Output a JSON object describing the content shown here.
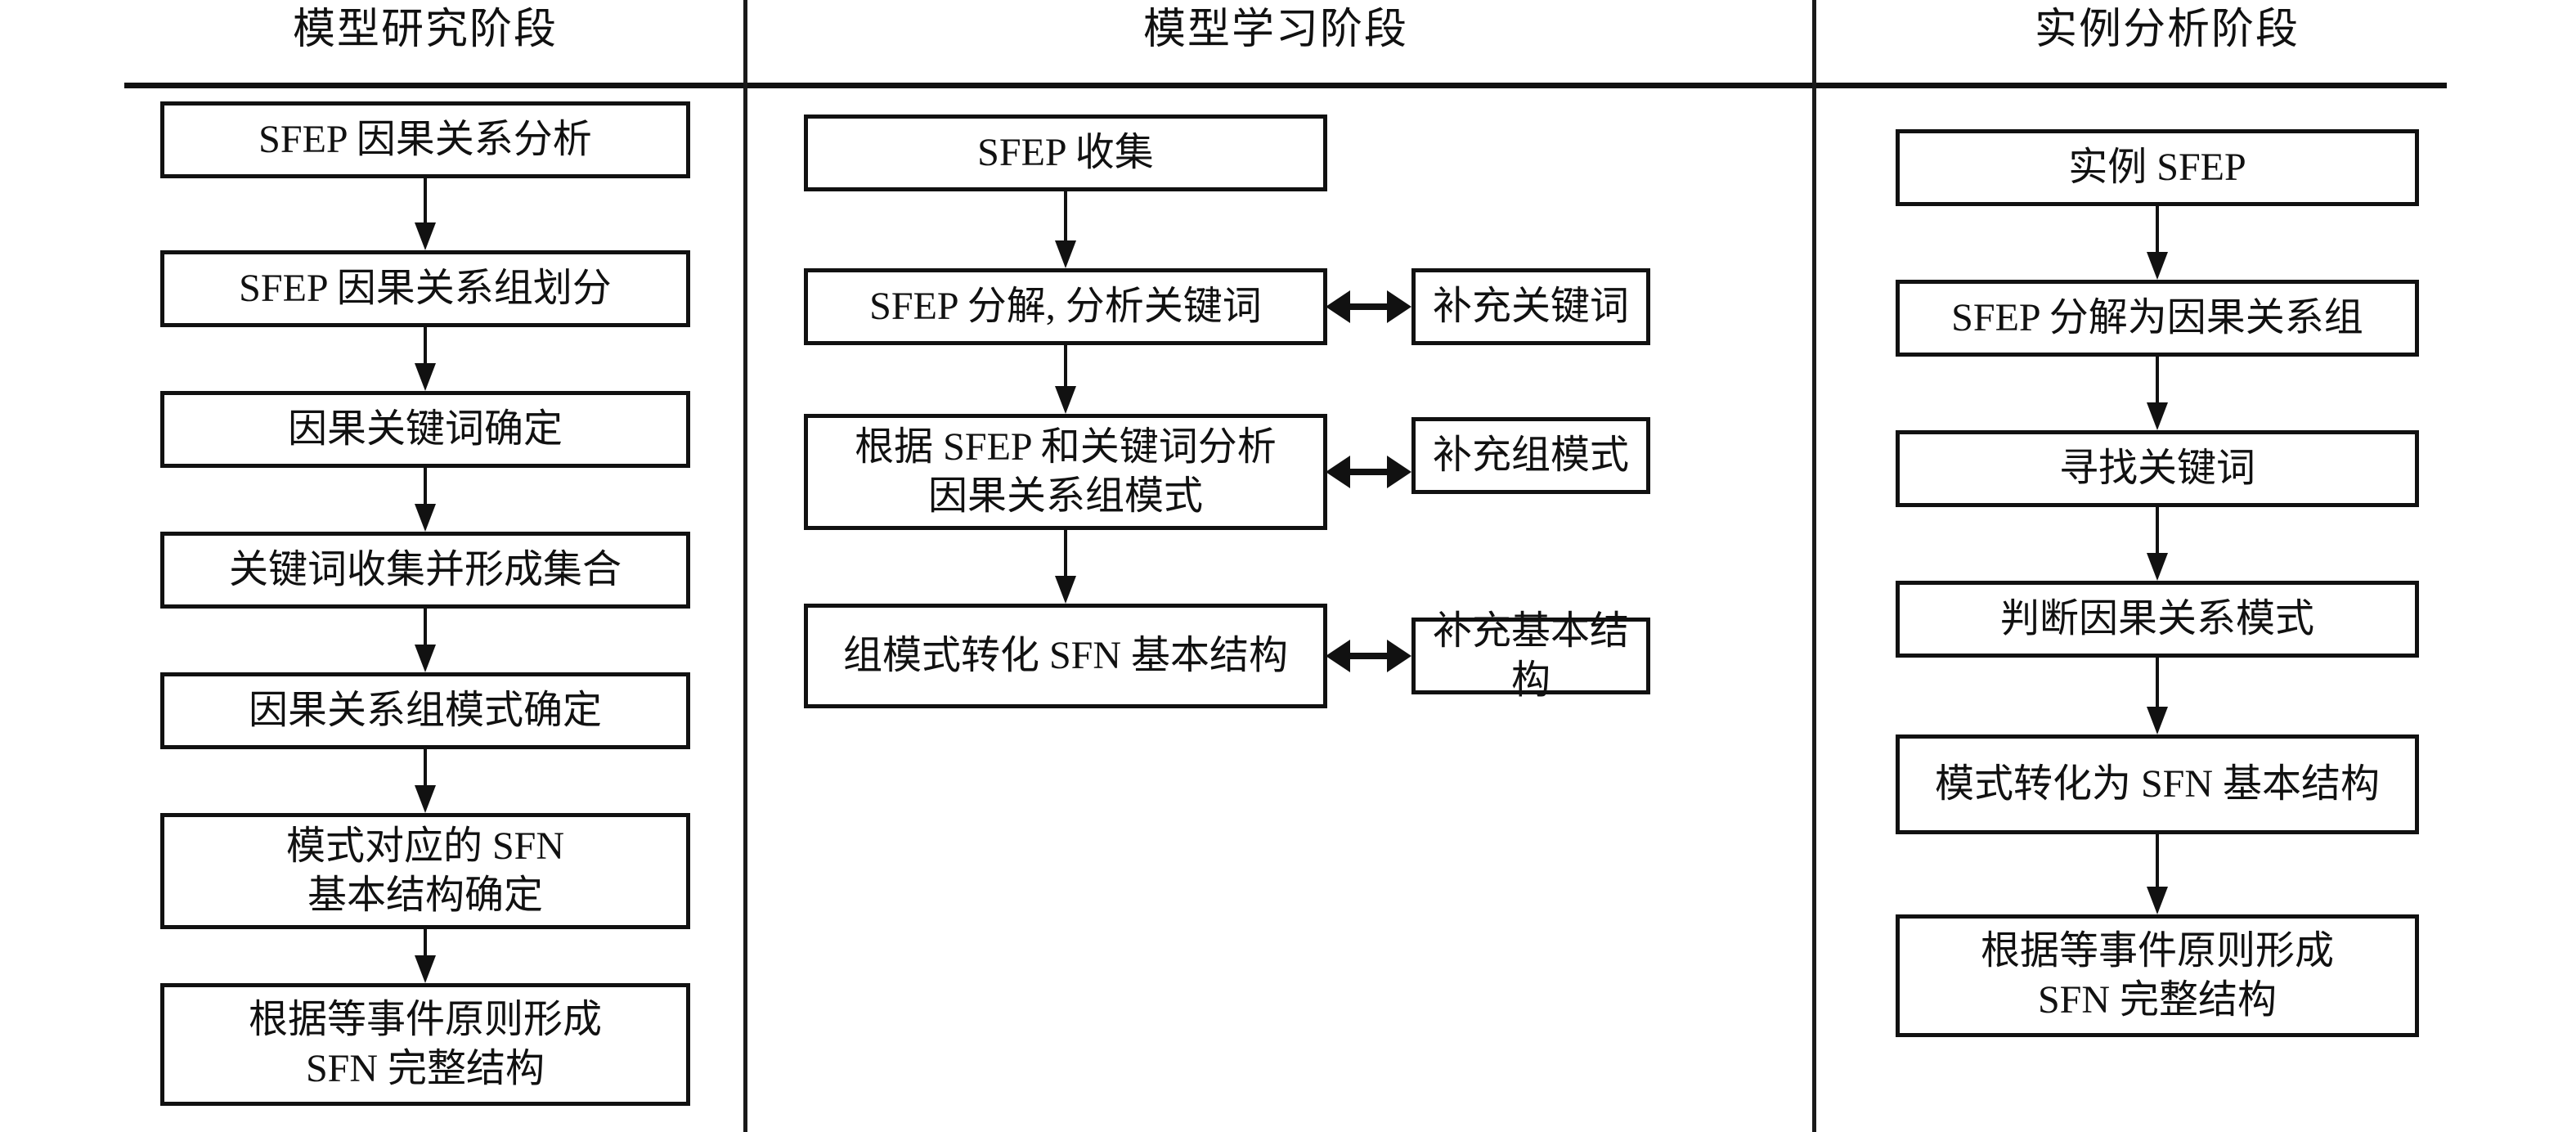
{
  "diagram": {
    "type": "flowchart",
    "orientation": "three-column-vertical-flow",
    "columns": [
      {
        "id": "model-research-phase",
        "title": "模型研究阶段",
        "nodes": [
          {
            "id": "c1-n1",
            "label": "SFEP 因果关系分析"
          },
          {
            "id": "c1-n2",
            "label": "SFEP 因果关系组划分"
          },
          {
            "id": "c1-n3",
            "label": "因果关键词确定"
          },
          {
            "id": "c1-n4",
            "label": "关键词收集并形成集合"
          },
          {
            "id": "c1-n5",
            "label": "因果关系组模式确定"
          },
          {
            "id": "c1-n6",
            "label": "模式对应的 SFN\n基本结构确定"
          },
          {
            "id": "c1-n7",
            "label": "根据等事件原则形成\nSFN 完整结构"
          }
        ]
      },
      {
        "id": "model-learning-phase",
        "title": "模型学习阶段",
        "nodes": [
          {
            "id": "c2-n1",
            "label": "SFEP 收集"
          },
          {
            "id": "c2-n2",
            "label": "SFEP 分解, 分析关键词"
          },
          {
            "id": "c2-n3",
            "label": "根据 SFEP 和关键词分析\n因果关系组模式"
          },
          {
            "id": "c2-n4",
            "label": "组模式转化 SFN 基本结构"
          }
        ],
        "side_nodes": [
          {
            "id": "c2-s1",
            "label": "补充关键词"
          },
          {
            "id": "c2-s2",
            "label": "补充组模式"
          },
          {
            "id": "c2-s3",
            "label": "补充基本结构"
          }
        ]
      },
      {
        "id": "case-analysis-phase",
        "title": "实例分析阶段",
        "nodes": [
          {
            "id": "c3-n1",
            "label": "实例 SFEP"
          },
          {
            "id": "c3-n2",
            "label": "SFEP 分解为因果关系组"
          },
          {
            "id": "c3-n3",
            "label": "寻找关键词"
          },
          {
            "id": "c3-n4",
            "label": "判断因果关系模式"
          },
          {
            "id": "c3-n5",
            "label": "模式转化为 SFN 基本结构"
          },
          {
            "id": "c3-n6",
            "label": "根据等事件原则形成\nSFN 完整结构"
          }
        ]
      }
    ],
    "colors": {
      "stroke": "#111111",
      "fill": "#ffffff",
      "text": "#111111"
    }
  }
}
